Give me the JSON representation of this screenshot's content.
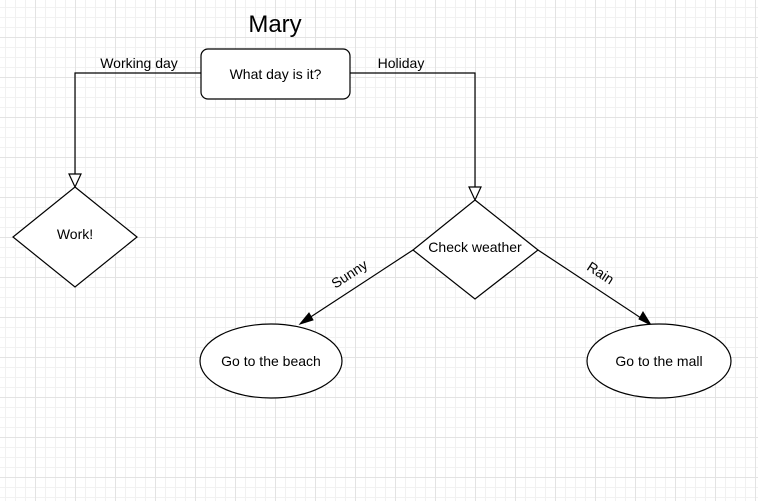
{
  "diagram": {
    "title": "Mary",
    "nodes": {
      "start": "What day is it?",
      "work": "Work!",
      "weather": "Check weather",
      "beach": "Go to the beach",
      "mall": "Go to the mall"
    },
    "edges": {
      "working_day": "Working day",
      "holiday": "Holiday",
      "sunny": "Sunny",
      "rain": "Rain"
    }
  }
}
